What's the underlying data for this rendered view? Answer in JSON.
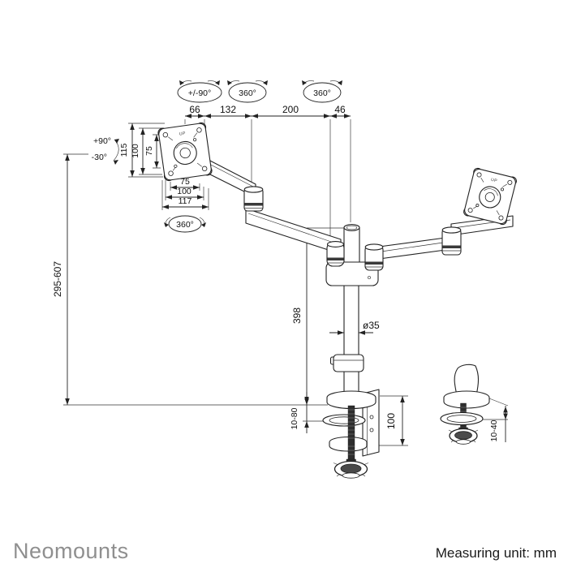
{
  "drawing": {
    "top_dimensions": [
      "66",
      "132",
      "200",
      "46"
    ],
    "rotation_badges": [
      "+/-90°",
      "360°",
      "360°"
    ],
    "vesa_rotation_badge": "360°",
    "tilt_up": "+90°",
    "tilt_down": "-30°",
    "vesa_vertical_dims": [
      "115",
      "100",
      "75"
    ],
    "vesa_horizontal_dims": [
      "75",
      "100",
      "117"
    ],
    "plate_marking": "UP",
    "height_adjustment_range": "295-607",
    "pole_length": "398",
    "pole_diameter": "ø35",
    "desk_clamp_thickness_range": "10-80",
    "desk_clamp_height": "100",
    "grommet_thickness_range": "10-40"
  },
  "footer": {
    "brand": "Neomounts",
    "measuring_unit_label": "Measuring unit: mm"
  },
  "colors": {
    "line": "#222222",
    "dim_text": "#111111",
    "brand_gray": "#8f8f8f",
    "dark_fill": "#2e2e2e",
    "background": "#ffffff"
  }
}
